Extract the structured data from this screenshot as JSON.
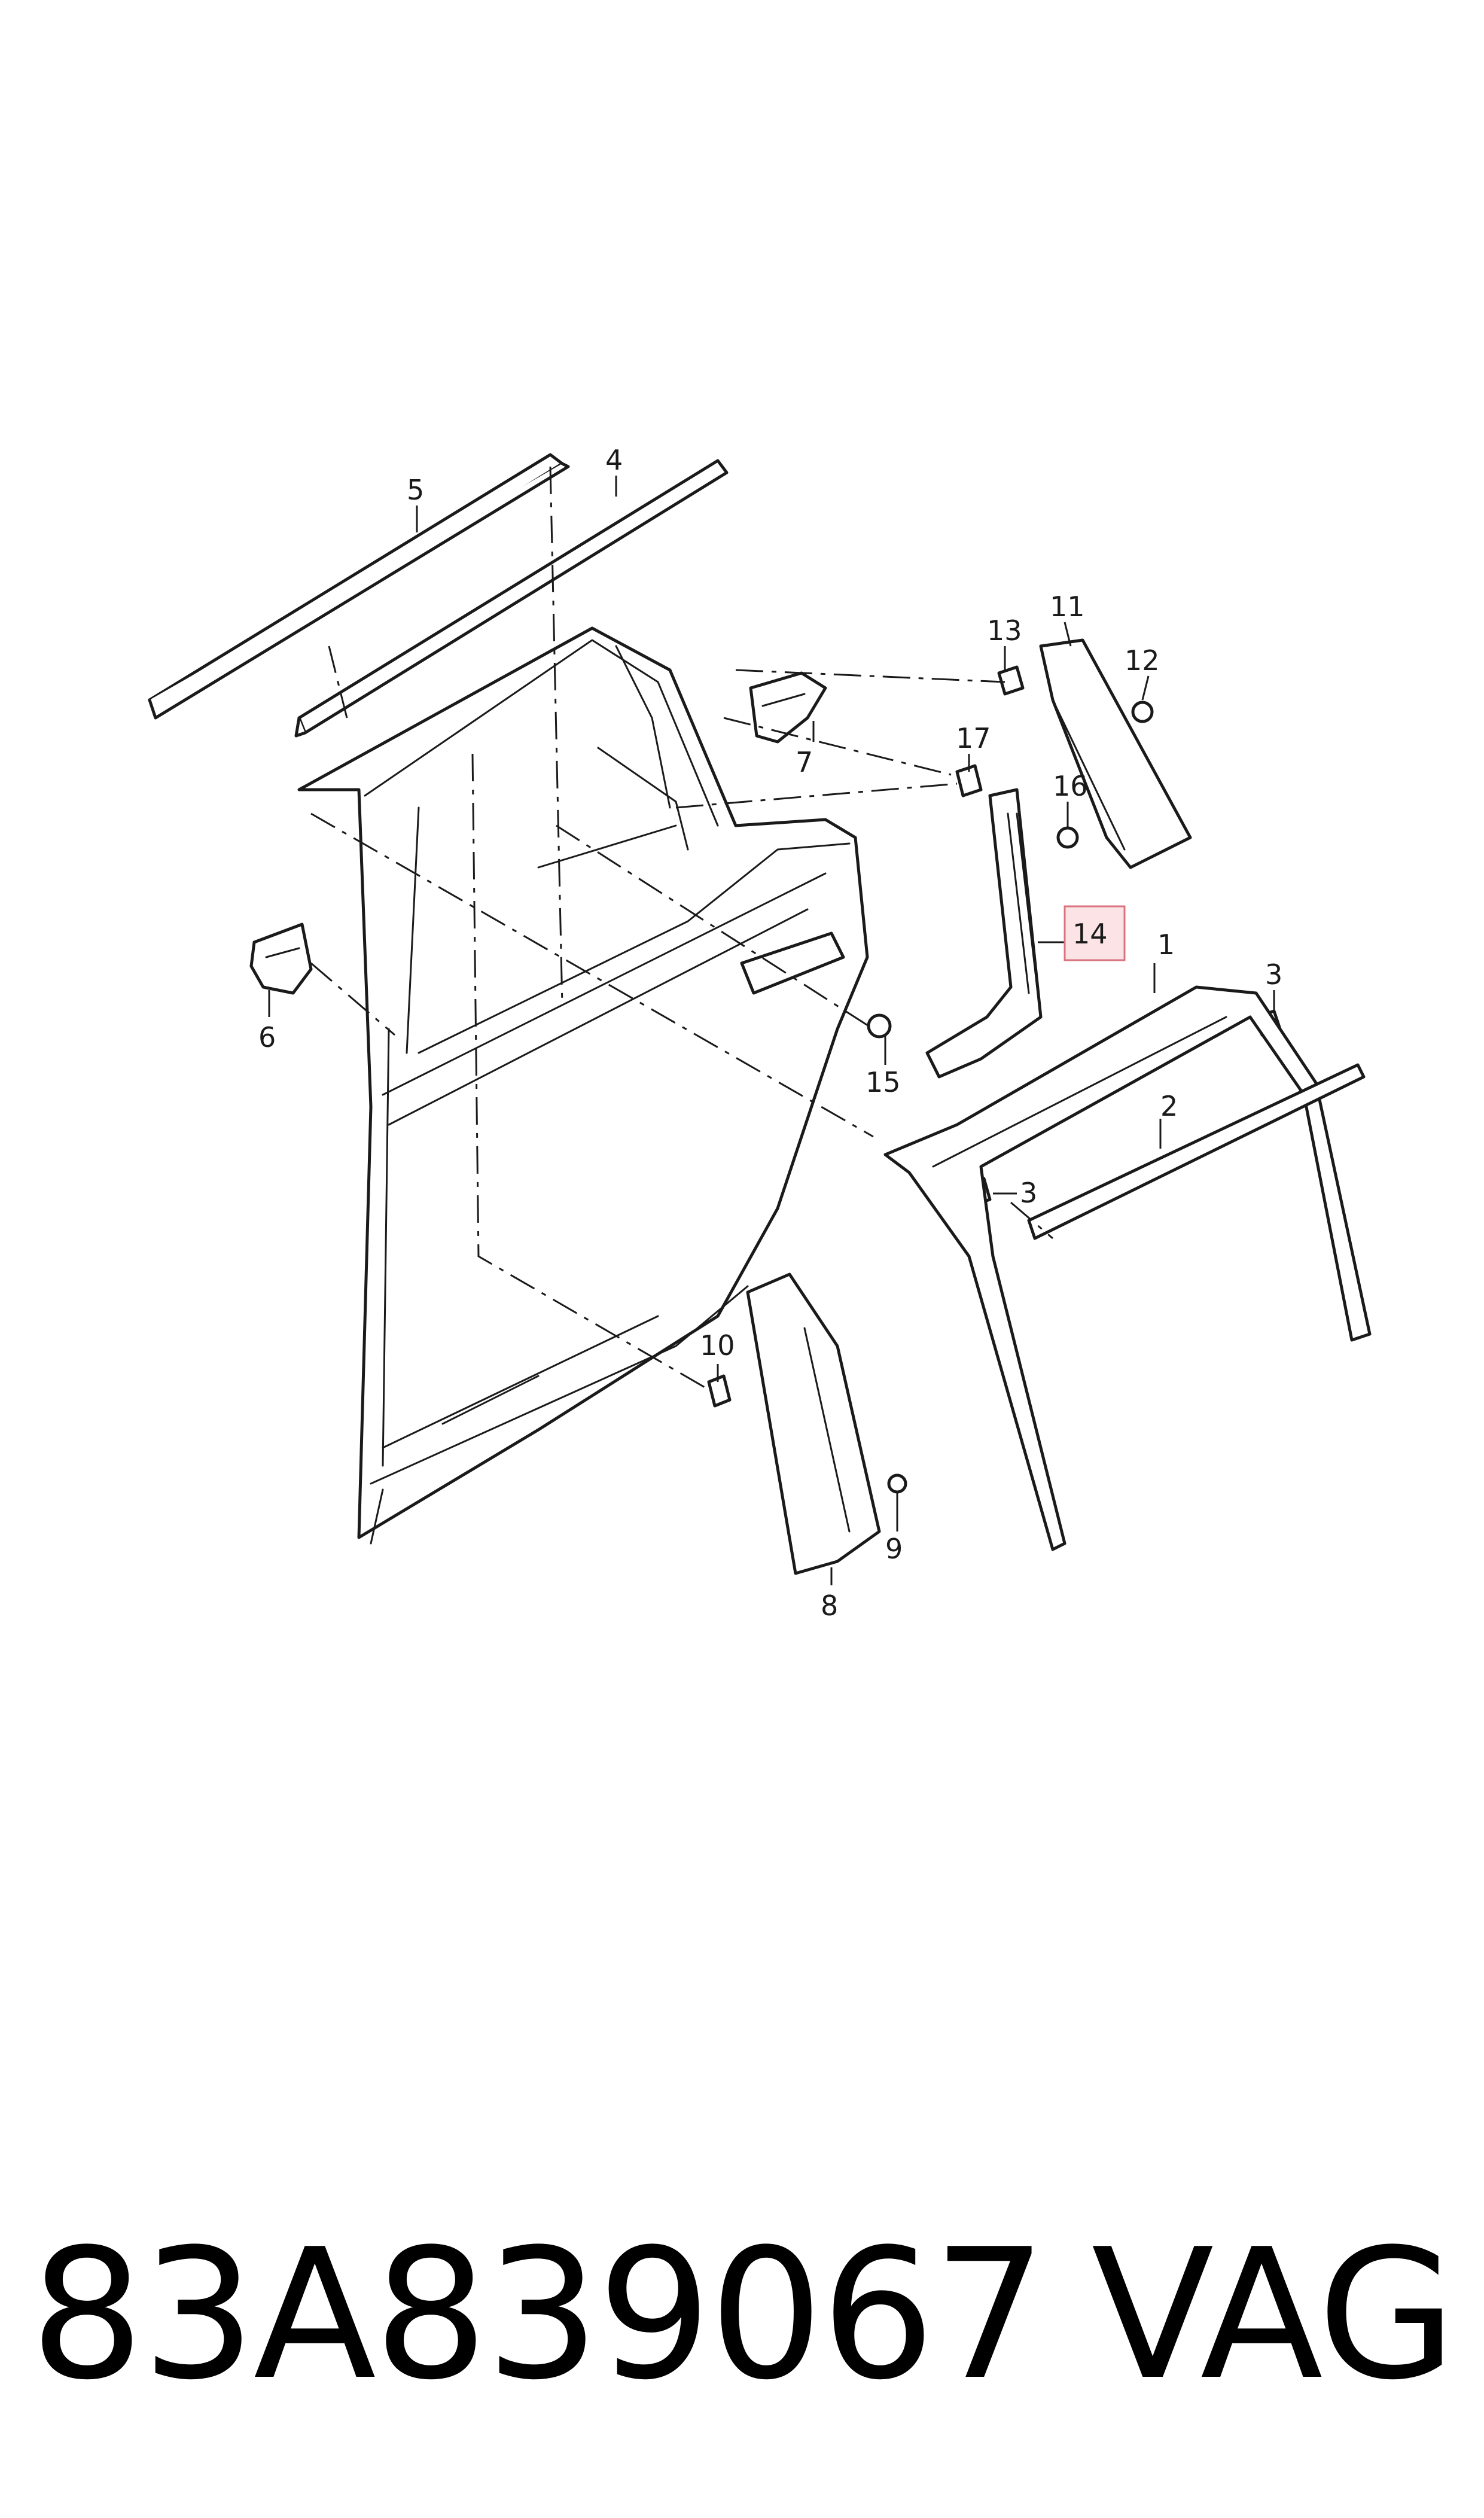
{
  "part_number": "83A839067",
  "brand": "VAG",
  "highlight_color": "#d9747f",
  "highlighted_callout": "14",
  "callouts": [
    {
      "id": "c1",
      "label": "1"
    },
    {
      "id": "c2",
      "label": "2"
    },
    {
      "id": "c3a",
      "label": "3"
    },
    {
      "id": "c3b",
      "label": "3"
    },
    {
      "id": "c4",
      "label": "4"
    },
    {
      "id": "c5",
      "label": "5"
    },
    {
      "id": "c6",
      "label": "6"
    },
    {
      "id": "c7",
      "label": "7"
    },
    {
      "id": "c8",
      "label": "8"
    },
    {
      "id": "c9",
      "label": "9"
    },
    {
      "id": "c10",
      "label": "10"
    },
    {
      "id": "c11",
      "label": "11"
    },
    {
      "id": "c12",
      "label": "12"
    },
    {
      "id": "c13",
      "label": "13"
    },
    {
      "id": "c14",
      "label": "14"
    },
    {
      "id": "c15",
      "label": "15"
    },
    {
      "id": "c16",
      "label": "16"
    },
    {
      "id": "c17",
      "label": "17"
    }
  ]
}
